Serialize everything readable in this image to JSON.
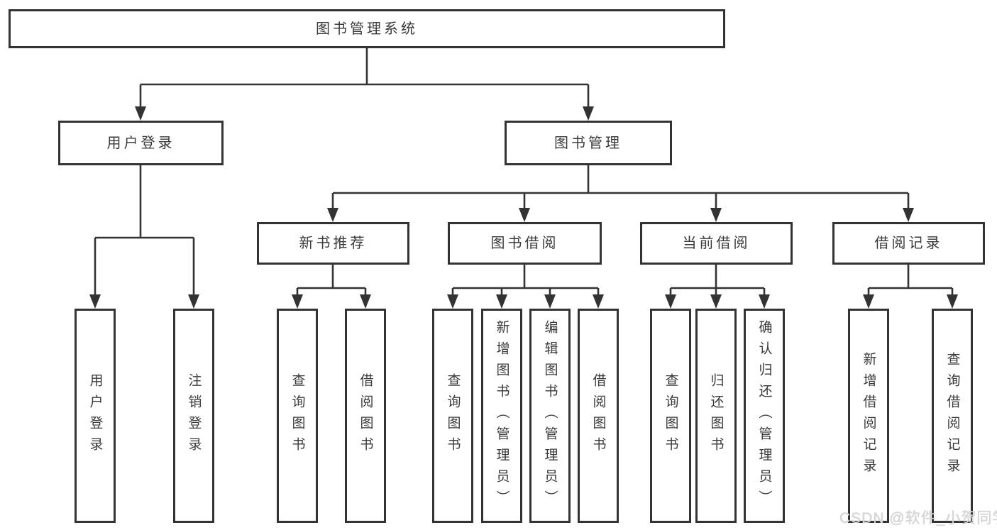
{
  "tree": {
    "label": "图书管理系统",
    "children": [
      {
        "label": "用户登录",
        "children": [
          {
            "label": "用户登录"
          },
          {
            "label": "注销登录"
          }
        ]
      },
      {
        "label": "图书管理",
        "children": [
          {
            "label": "新书推荐",
            "children": [
              {
                "label": "查询图书"
              },
              {
                "label": "借阅图书"
              }
            ]
          },
          {
            "label": "图书借阅",
            "children": [
              {
                "label": "查询图书"
              },
              {
                "label": "新增图书（管理员）"
              },
              {
                "label": "编辑图书（管理员）"
              },
              {
                "label": "借阅图书"
              }
            ]
          },
          {
            "label": "当前借阅",
            "children": [
              {
                "label": "查询图书"
              },
              {
                "label": "归还图书"
              },
              {
                "label": "确认归还（管理员）"
              }
            ]
          },
          {
            "label": "借阅记录",
            "children": [
              {
                "label": "新增借阅记录"
              },
              {
                "label": "查询借阅记录"
              }
            ]
          }
        ]
      }
    ]
  },
  "watermark": {
    "text": "CSDN @软件_小贺同学"
  },
  "colors": {
    "line_color": "#333333",
    "box_border_color": "#333333",
    "text_color": "#3a3a3a",
    "watermark_color": "#d6d6d6",
    "background_color": "#ffffff"
  }
}
